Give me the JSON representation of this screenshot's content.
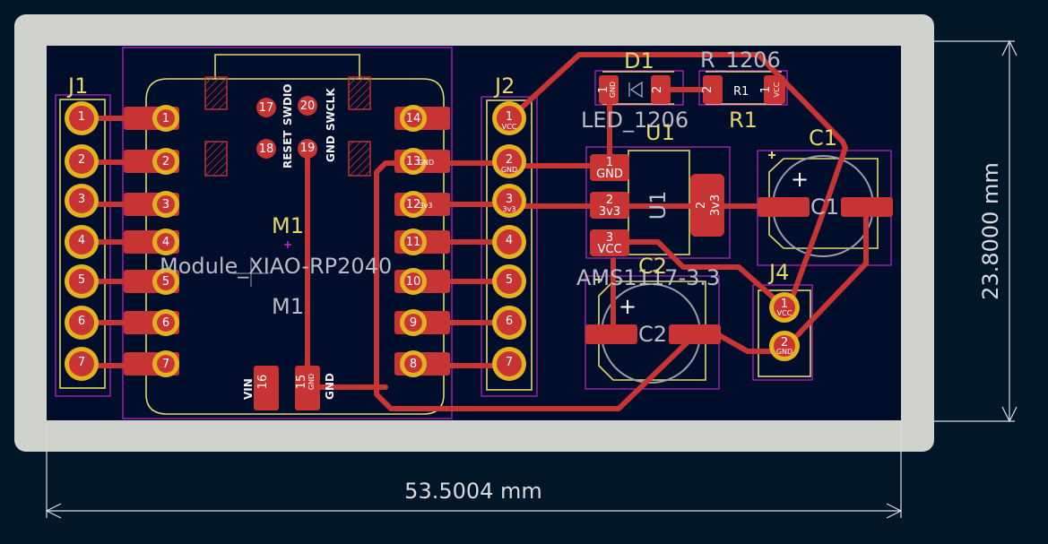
{
  "colors": {
    "background": "#011627",
    "board": "#000d2b",
    "edge_cuts": "#d0d2cd",
    "copper": "#c83434",
    "pad_ring": "#e2b31f",
    "courtyard": "#c227c2",
    "fab": "#e2d86a",
    "silk": "#f2f2f2",
    "dimension": "#d8dce2"
  },
  "dimensions": {
    "width_label": "53.5004 mm",
    "height_label": "23.8000 mm"
  },
  "components": {
    "J1": {
      "ref": "J1",
      "pins": [
        "1",
        "2",
        "3",
        "4",
        "5",
        "6",
        "7"
      ]
    },
    "J2": {
      "ref": "J2",
      "pins": [
        "1",
        "2",
        "3",
        "4",
        "5",
        "6",
        "7"
      ],
      "pin_nets": [
        "VCC",
        "GND",
        "3v3",
        "",
        "",
        "",
        ""
      ]
    },
    "M1": {
      "ref": "M1",
      "value": "Module_XIAO-RP2040",
      "ref_fab": "M1",
      "left_pads": [
        "1",
        "2",
        "3",
        "4",
        "5",
        "6",
        "7"
      ],
      "right_pads": [
        "14",
        "13",
        "12",
        "11",
        "10",
        "9",
        "8"
      ],
      "right_pad_nets": [
        "",
        "GND",
        "3v3",
        "",
        "",
        "",
        ""
      ],
      "top_pads": [
        "17",
        "20",
        "18",
        "19"
      ],
      "top_labels": [
        "RESET",
        "SWDIO",
        "GND",
        "SWCLK"
      ],
      "bottom_pads": [
        "16",
        "15"
      ],
      "bottom_labels": [
        "VIN",
        "GND"
      ],
      "bottom_pad_nets": [
        "",
        "GND"
      ]
    },
    "D1": {
      "ref": "D1",
      "value": "LED_1206",
      "pads": [
        "1",
        "2"
      ],
      "pad_nets": [
        "GND",
        ""
      ]
    },
    "R1": {
      "ref": "R1",
      "ref_fab": "R1",
      "value": "R_1206",
      "pads": [
        "2",
        "1"
      ],
      "pad_nets": [
        "",
        "VCC"
      ]
    },
    "U1": {
      "ref": "U1",
      "ref_fab": "U1",
      "value": "AMS1117-3.3",
      "pads": [
        "1",
        "2",
        "3",
        "2"
      ],
      "pad_nets": [
        "GND",
        "3v3",
        "VCC",
        "3v3"
      ]
    },
    "C1": {
      "ref": "C1",
      "ref_fab": "C1",
      "polarity": "+"
    },
    "C2": {
      "ref": "C2",
      "ref_fab": "C2",
      "polarity": "+"
    },
    "J4": {
      "ref": "J4",
      "pins": [
        "1",
        "2"
      ],
      "pin_nets": [
        "VCC",
        "GND"
      ]
    }
  }
}
